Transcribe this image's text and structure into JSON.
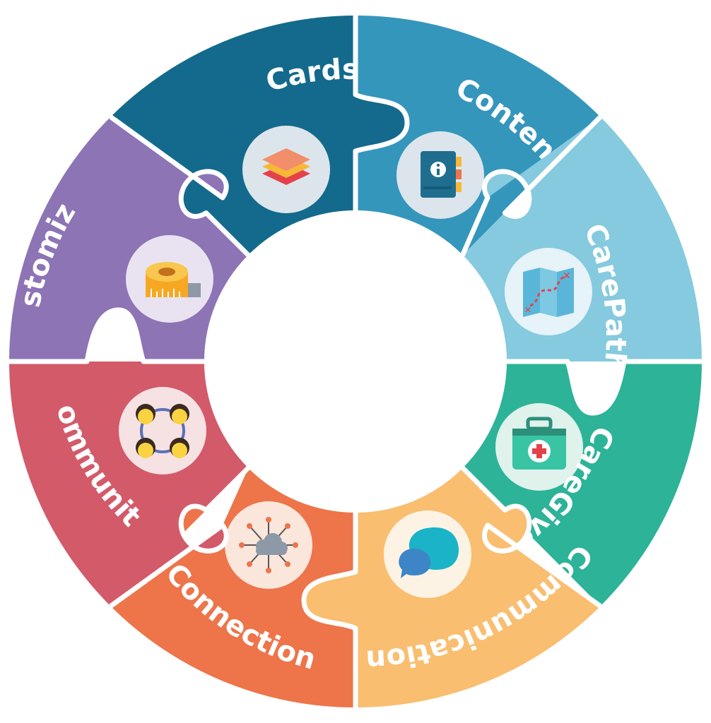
{
  "segments": [
    {
      "id": "cards",
      "label": "Cards",
      "color": "#136A8C",
      "icon": "layers-icon",
      "icon_bg": "#DCE5EC"
    },
    {
      "id": "content",
      "label": "Content",
      "color": "#3596BC",
      "icon": "info-book-icon",
      "icon_bg": "#DCE5EC"
    },
    {
      "id": "carepath",
      "label": "CarePath",
      "color": "#85CADF",
      "icon": "map-route-icon",
      "icon_bg": "#E6F3F8"
    },
    {
      "id": "caregiver",
      "label": "CareGiver",
      "color": "#2DB397",
      "icon": "medical-kit-icon",
      "icon_bg": "#DFF2EC"
    },
    {
      "id": "communication",
      "label": "Communication",
      "color": "#F9BE70",
      "icon": "chat-bubbles-icon",
      "icon_bg": "#FDF3E4"
    },
    {
      "id": "connection",
      "label": "Connection",
      "color": "#EE744A",
      "icon": "cloud-network-icon",
      "icon_bg": "#FBE6DC"
    },
    {
      "id": "community",
      "label": "Community",
      "color": "#D35A69",
      "icon": "people-circle-icon",
      "icon_bg": "#F6E1E3"
    },
    {
      "id": "customized",
      "label": "Customized",
      "color": "#8D74B5",
      "icon": "measuring-tape-icon",
      "icon_bg": "#E9E3F1"
    }
  ]
}
